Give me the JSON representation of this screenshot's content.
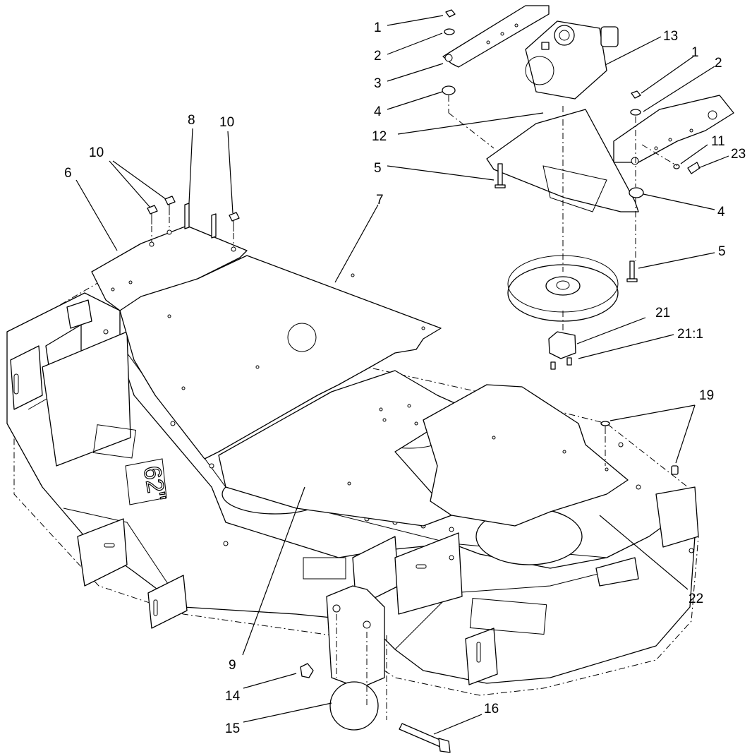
{
  "deck_marking": "62\"",
  "callouts": [
    {
      "id": "c1a",
      "label": "1"
    },
    {
      "id": "c2a",
      "label": "2"
    },
    {
      "id": "c3",
      "label": "3"
    },
    {
      "id": "c4a",
      "label": "4"
    },
    {
      "id": "c12",
      "label": "12"
    },
    {
      "id": "c5a",
      "label": "5"
    },
    {
      "id": "c13",
      "label": "13"
    },
    {
      "id": "c1b",
      "label": "1"
    },
    {
      "id": "c2b",
      "label": "2"
    },
    {
      "id": "c11",
      "label": "11"
    },
    {
      "id": "c23",
      "label": "23"
    },
    {
      "id": "c4b",
      "label": "4"
    },
    {
      "id": "c5b",
      "label": "5"
    },
    {
      "id": "c21",
      "label": "21"
    },
    {
      "id": "c211",
      "label": "21:1"
    },
    {
      "id": "c8",
      "label": "8"
    },
    {
      "id": "c10a",
      "label": "10"
    },
    {
      "id": "c10b",
      "label": "10"
    },
    {
      "id": "c6",
      "label": "6"
    },
    {
      "id": "c7",
      "label": "7"
    },
    {
      "id": "c19",
      "label": "19"
    },
    {
      "id": "c22",
      "label": "22"
    },
    {
      "id": "c9",
      "label": "9"
    },
    {
      "id": "c14",
      "label": "14"
    },
    {
      "id": "c15",
      "label": "15"
    },
    {
      "id": "c16",
      "label": "16"
    }
  ]
}
